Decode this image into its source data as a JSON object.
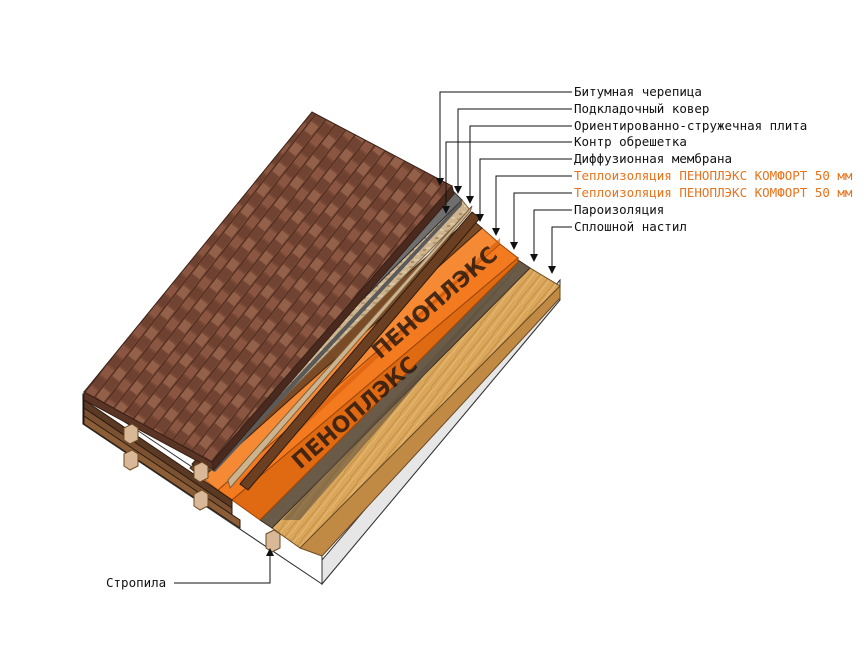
{
  "layers": [
    {
      "key": "shingles",
      "label": "Битумная черепица",
      "highlight": false
    },
    {
      "key": "underlay",
      "label": "Подкладочный ковер",
      "highlight": false
    },
    {
      "key": "osb",
      "label": "Ориентированно-стружечная плита",
      "highlight": false
    },
    {
      "key": "counter_batten",
      "label": "Контр обрешетка",
      "highlight": false
    },
    {
      "key": "membrane",
      "label": "Диффузионная мембрана",
      "highlight": false
    },
    {
      "key": "insulation1",
      "label": "Теплоизоляция ПЕНОПЛЭКС КОМФОРТ 50 мм",
      "highlight": true
    },
    {
      "key": "insulation2",
      "label": "Теплоизоляция ПЕНОПЛЭКС КОМФОРТ 50 мм",
      "highlight": true
    },
    {
      "key": "vapor_barrier",
      "label": "Пароизоляция",
      "highlight": false
    },
    {
      "key": "sheathing",
      "label": "Сплошной настил",
      "highlight": false
    }
  ],
  "rafters_label": "Стропила",
  "board_print": "ПЕНОПЛЭКС",
  "colors": {
    "label_text": "#111111",
    "highlight_text": "#e8731c",
    "shingle": "#7a4a36",
    "underlay": "#6f6f6f",
    "osb": "#c9b08a",
    "membrane": "#7b5230",
    "insulation": "#f47a20",
    "vapor_barrier": "#665544",
    "sheathing": "#d9a65a",
    "rafter": "#d8b896"
  }
}
